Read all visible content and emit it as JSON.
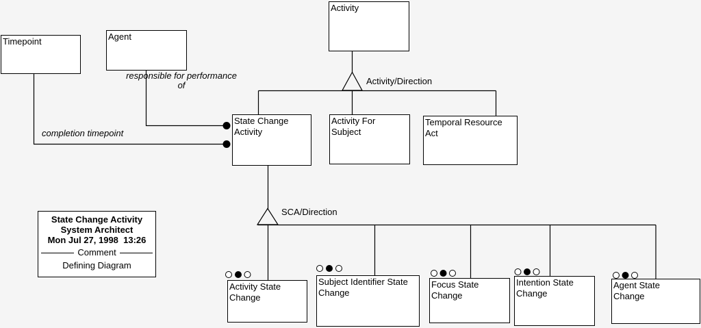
{
  "diagram": {
    "title": "State Change Activity",
    "background_color": "#f5f5f5",
    "box_fill_color": "#ffffff",
    "line_color": "#000000"
  },
  "entities": {
    "timepoint": {
      "label": "Timepoint"
    },
    "agent": {
      "label": "Agent"
    },
    "activity": {
      "label": "Activity"
    },
    "state_change_activity": {
      "label": "State Change\nActivity"
    },
    "activity_for_subject": {
      "label": "Activity For\nSubject"
    },
    "temporal_resource_act": {
      "label": "Temporal Resource\nAct"
    },
    "activity_state_change": {
      "label": "Activity State\nChange"
    },
    "subject_identifier_state_change": {
      "label": "Subject Identifier State\nChange"
    },
    "focus_state_change": {
      "label": "Focus State\nChange"
    },
    "intention_state_change": {
      "label": "Intention State\nChange"
    },
    "agent_state_change": {
      "label": "Agent State\nChange"
    }
  },
  "relationship_labels": {
    "responsible_for_performance": "responsible for performance\nof",
    "completion_timepoint": "completion timepoint",
    "activity_direction": "Activity/Direction",
    "sca_direction": "SCA/Direction"
  },
  "state_dots": {
    "pattern": [
      "open",
      "filled",
      "open"
    ]
  },
  "comment_box": {
    "title_lines": [
      "State Change Activity",
      "System Architect",
      "Mon Jul 27, 1998  13:26"
    ],
    "separator_label": "Comment",
    "body": "Defining Diagram"
  }
}
